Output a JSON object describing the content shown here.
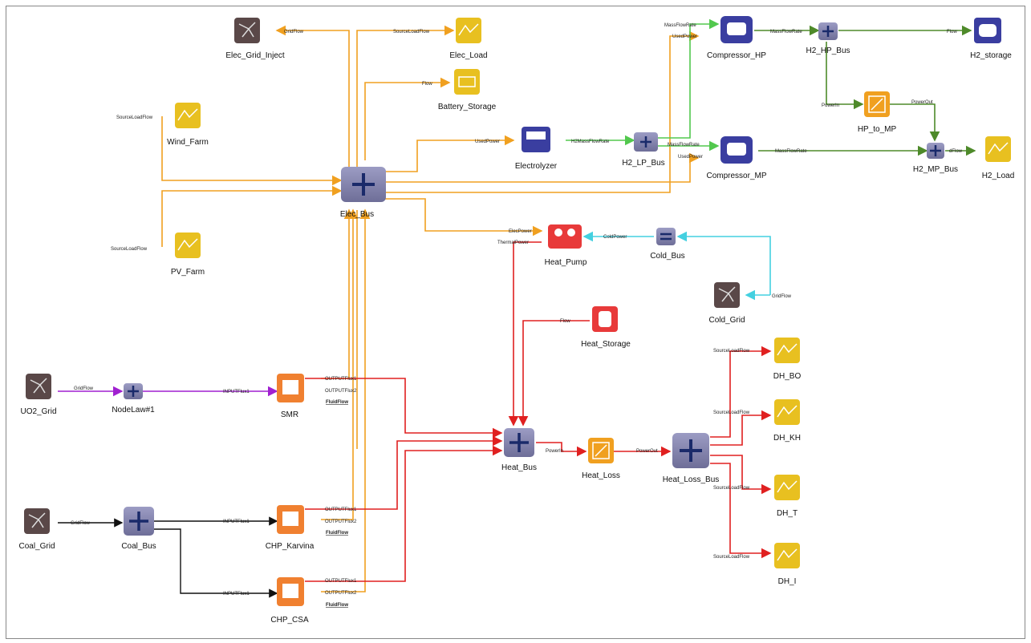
{
  "colors": {
    "elec": "#F0A020",
    "hydrogen_lp": "#52C84E",
    "hydrogen_hp": "#4E8A2A",
    "heat": "#E02020",
    "cold": "#44D0E0",
    "uo2": "#A020D0",
    "coal": "#111111",
    "bus": "#8A8AB0",
    "load": "#E8C020",
    "grid": "#5A4848",
    "process": "#F08030",
    "compressor": "#3A3EA0"
  },
  "nodes": {
    "elec_grid_inject": "Elec_Grid_Inject",
    "elec_load": "Elec_Load",
    "battery_storage": "Battery_Storage",
    "wind_farm": "Wind_Farm",
    "pv_farm": "PV_Farm",
    "elec_bus": "Elec_Bus",
    "electrolyzer": "Electrolyzer",
    "h2_lp_bus": "H2_LP_Bus",
    "compressor_hp": "Compressor_HP",
    "h2_hp_bus": "H2_HP_Bus",
    "h2_storage": "H2_storage",
    "hp_to_mp": "HP_to_MP",
    "compressor_mp": "Compressor_MP",
    "h2_mp_bus": "H2_MP_Bus",
    "h2_load": "H2_Load",
    "heat_pump": "Heat_Pump",
    "cold_bus": "Cold_Bus",
    "cold_grid": "Cold_Grid",
    "heat_storage": "Heat_Storage",
    "uo2_grid": "UO2_Grid",
    "nodelaw": "NodeLaw#1",
    "smr": "SMR",
    "heat_bus": "Heat_Bus",
    "heat_loss": "Heat_Loss",
    "heat_loss_bus": "Heat_Loss_Bus",
    "dh_bo": "DH_BO",
    "dh_kh": "DH_KH",
    "dh_t": "DH_T",
    "dh_i": "DH_I",
    "coal_grid": "Coal_Grid",
    "coal_bus": "Coal_Bus",
    "chp_karvina": "CHP_Karvina",
    "chp_csa": "CHP_CSA"
  },
  "ports": {
    "gridflow": "GridFlow",
    "sourceloadflow": "SourceLoadFlow",
    "flow": "Flow",
    "usedpower": "UsedPower",
    "h2massflowrate": "H2MassFlowRate",
    "massflowrate": "MassFlowRate",
    "powerin": "PowerIn",
    "powerout": "PowerOut",
    "dflow": "dFlow",
    "elecpower": "ElecPower",
    "thermalpower": "ThermalPower",
    "coldpower": "ColdPower",
    "inputflux1": "INPUTFlux1",
    "outputflux1": "OUTPUTFlux1",
    "outputflux2": "OUTPUTFlux2",
    "fluidflow": "FluidFlow"
  }
}
